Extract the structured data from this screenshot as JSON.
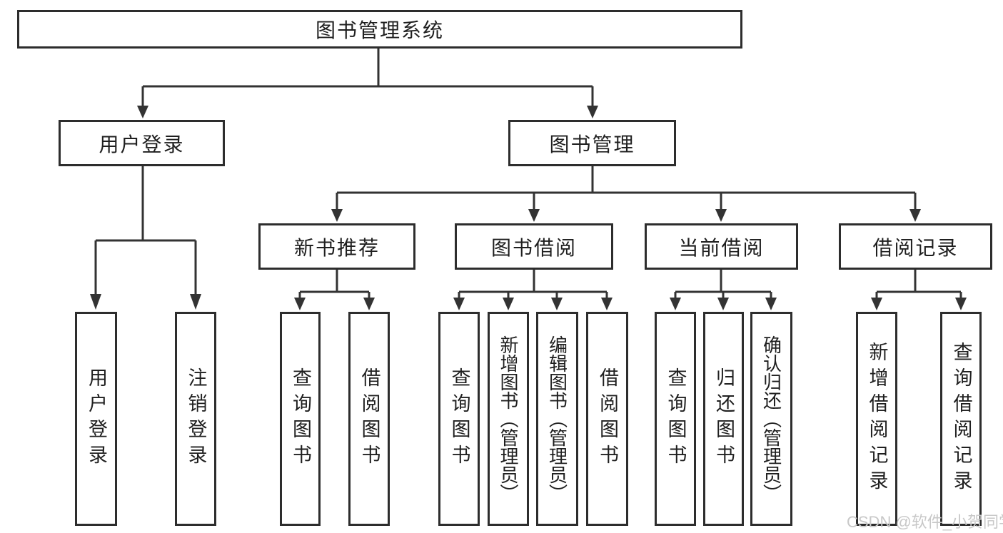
{
  "diagram_type": "hierarchy-tree",
  "title": "图书管理系统",
  "watermark": "CSDN @软件_小贺同学",
  "colors": {
    "background": "#ffffff",
    "line": "#333333",
    "box_border": "#2d2d2d",
    "text": "#1f1f1f",
    "watermark": "#c8c8c8"
  },
  "tree": {
    "label": "图书管理系统",
    "children": [
      {
        "label": "用户登录",
        "children": [
          {
            "label": "用户登录"
          },
          {
            "label": "注销登录"
          }
        ]
      },
      {
        "label": "图书管理",
        "children": [
          {
            "label": "新书推荐",
            "children": [
              {
                "label": "查询图书"
              },
              {
                "label": "借阅图书"
              }
            ]
          },
          {
            "label": "图书借阅",
            "children": [
              {
                "label": "查询图书"
              },
              {
                "label": "新增图书（管理员）"
              },
              {
                "label": "编辑图书（管理员）"
              },
              {
                "label": "借阅图书"
              }
            ]
          },
          {
            "label": "当前借阅",
            "children": [
              {
                "label": "查询图书"
              },
              {
                "label": "归还图书"
              },
              {
                "label": "确认归还（管理员）"
              }
            ]
          },
          {
            "label": "借阅记录",
            "children": [
              {
                "label": "新增借阅记录"
              },
              {
                "label": "查询借阅记录"
              }
            ]
          }
        ]
      }
    ]
  }
}
